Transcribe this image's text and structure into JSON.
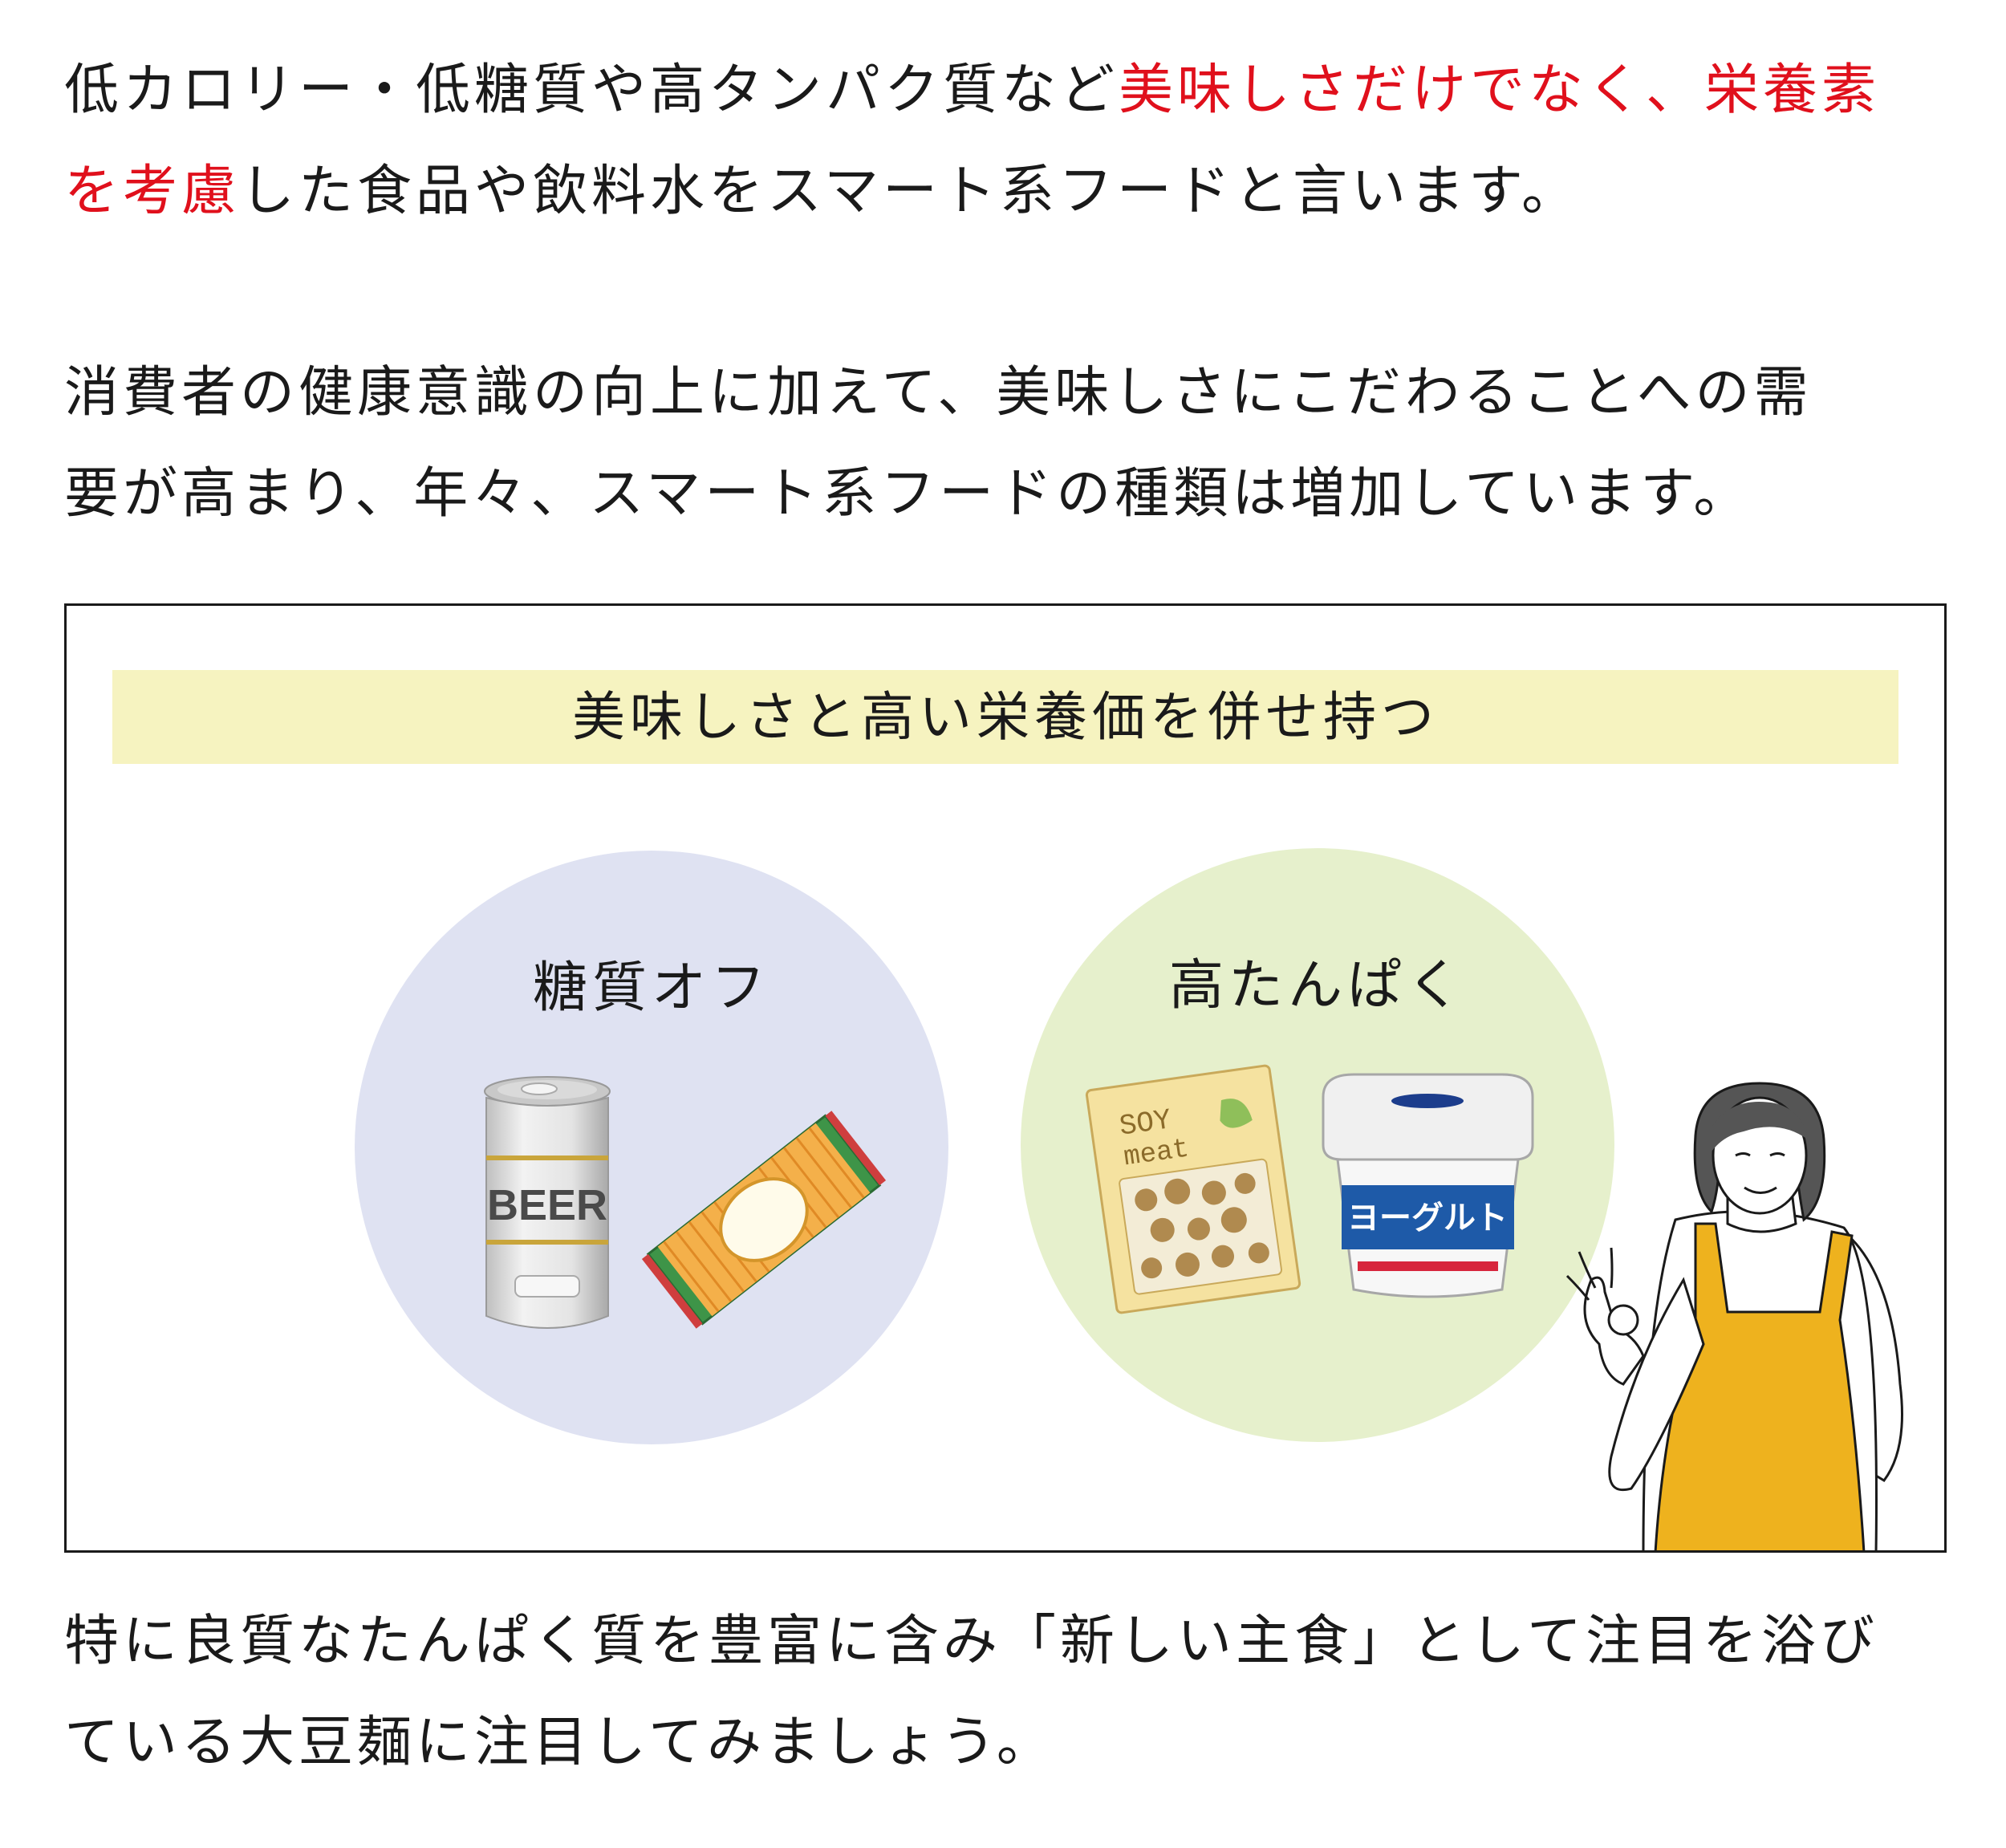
{
  "intro": {
    "line1_plain": "低カロリー・低糖質や高タンパク質など",
    "line1_red": "美味しさだけでなく、栄養素",
    "line2_red": "を考慮",
    "line2_plain": "した食品や飲料水をスマート系フードと言います。"
  },
  "trend": {
    "line1": "消費者の健康意識の向上に加えて、美味しさにこだわることへの需",
    "line2": "要が高まり、年々、スマート系フードの種類は増加しています。"
  },
  "figure": {
    "banner": "美味しさと高い栄養価を併せ持つ",
    "left_circle": {
      "label": "糖質オフ",
      "can_text": "BEER"
    },
    "right_circle": {
      "label": "高たんぱく",
      "pack_text_1": "SOY",
      "pack_text_2": "meat",
      "cup_text": "ヨーグルト"
    }
  },
  "closing": {
    "line1": "特に良質なたんぱく質を豊富に含み「新しい主食」として注目を浴び",
    "line2": "ている大豆麺に注目してみましょう。"
  },
  "colors": {
    "accent_red": "#e0101c",
    "banner_yellow": "#f6f3c0",
    "circle_blue": "#dfe2f2",
    "circle_green": "#e6f0cc",
    "apron": "#eeb21e"
  }
}
